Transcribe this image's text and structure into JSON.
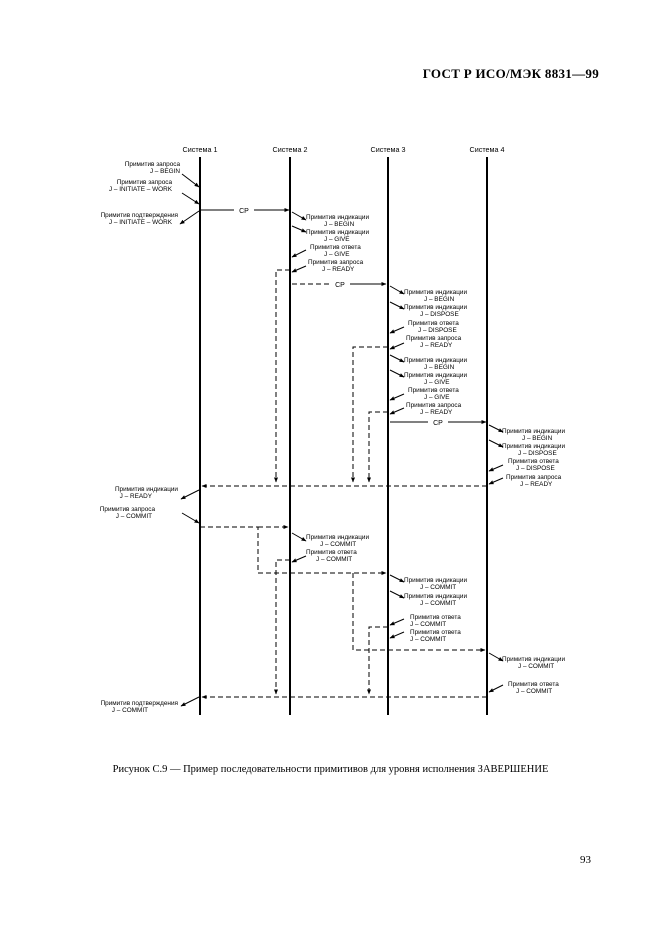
{
  "header": "ГОСТ Р ИСО/МЭК 8831—99",
  "systems": [
    "Система 1",
    "Система 2",
    "Система 3",
    "Система 4"
  ],
  "cp_label": "СР",
  "labels": {
    "s1_begin_req": [
      "Примитив запроса",
      "J – BEGIN"
    ],
    "s1_iw_req": [
      "Примитив запроса",
      "J – INITIATE – WORK"
    ],
    "s1_iw_conf": [
      "Примитив подтверждения",
      "J – INITIATE – WORK"
    ],
    "s2_begin_ind": [
      "Примитив индикации",
      "J – BEGIN"
    ],
    "s2_give_ind": [
      "Примитив индикации",
      "J – GIVE"
    ],
    "s2_give_resp": [
      "Примитив ответа",
      "J – GIVE"
    ],
    "s2_ready_req": [
      "Примитив запроса",
      "J – READY"
    ],
    "s3_begin_ind": [
      "Примитив индикации",
      "J – BEGIN"
    ],
    "s3_dispose_ind": [
      "Примитив индикации",
      "J – DISPOSE"
    ],
    "s3_dispose_resp": [
      "Примитив ответа",
      "J – DISPOSE"
    ],
    "s3_ready_req": [
      "Примитив запроса",
      "J – READY"
    ],
    "s3_begin_ind2": [
      "Примитив индикации",
      "J – BEGIN"
    ],
    "s3_give_ind": [
      "Примитив индикации",
      "J – GIVE"
    ],
    "s3_give_resp": [
      "Примитив ответа",
      "J – GIVE"
    ],
    "s3_ready_req2": [
      "Примитив запроса",
      "J – READY"
    ],
    "s4_begin_ind": [
      "Примитив индикации",
      "J – BEGIN"
    ],
    "s4_dispose_ind": [
      "Примитив индикации",
      "J – DISPOSE"
    ],
    "s4_dispose_resp": [
      "Примитив ответа",
      "J – DISPOSE"
    ],
    "s4_ready_req": [
      "Примитив запроса",
      "J – READY"
    ],
    "s1_ready_ind": [
      "Примитив индикации",
      "J – READY"
    ],
    "s1_commit_req": [
      "Примитив запроса",
      "J – COMMIT"
    ],
    "s2_commit_ind": [
      "Примитив индикации",
      "J – COMMIT"
    ],
    "s2_commit_resp": [
      "Примитив ответа",
      "J – COMMIT"
    ],
    "s3_commit_ind": [
      "Примитив индикации",
      "J – COMMIT"
    ],
    "s3_commit_ind2": [
      "Примитив индикации",
      "J – COMMIT"
    ],
    "s3_commit_resp": [
      "Примитив ответа",
      "J – COMMIT"
    ],
    "s3_commit_resp2": [
      "Примитив ответа",
      "J – COMMIT"
    ],
    "s4_commit_ind": [
      "Примитив индикации",
      "J – COMMIT"
    ],
    "s4_commit_resp": [
      "Примитив ответа",
      "J – COMMIT"
    ],
    "s1_commit_conf": [
      "Примитив подтверждения",
      "J – COMMIT"
    ]
  },
  "caption": "Рисунок С.9 — Пример последовательности примитивов для уровня исполнения ЗАВЕРШЕНИЕ",
  "page_number": "93"
}
